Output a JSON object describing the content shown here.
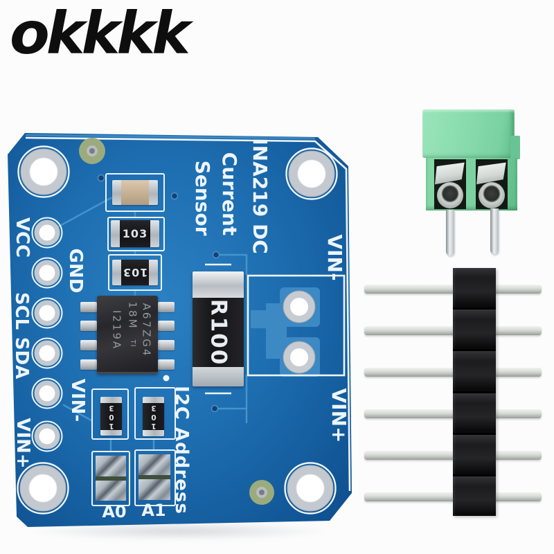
{
  "watermark": {
    "text": "okkkk"
  },
  "pcb": {
    "title_lines": [
      "INA219 DC",
      "Current",
      "Sensor"
    ],
    "left_pin_labels": [
      "VCC",
      "GND",
      "SCL",
      "SDA",
      "VIN-",
      "VIN+"
    ],
    "right_edge_labels": {
      "upper": "VIN-",
      "lower": "VIN+"
    },
    "i2c_address_label": "I2C Address",
    "jumper_labels": [
      "A0",
      "A1"
    ],
    "shunt_resistor_label": "R100",
    "resistor_code": "103",
    "ic_marking": {
      "line1": "I219A",
      "line2": "18M",
      "logo": "TI",
      "line3": "A67ZG4"
    },
    "colors": {
      "board_blue": "#1e6fb2",
      "silkscreen_white": "#edf5fb",
      "capacitor_tan": "#c3ad91",
      "terminal_green": "#84d7a8",
      "header_black": "#171717"
    }
  },
  "terminal_block": {
    "clamp_openings": 2,
    "pins": 2
  },
  "pin_header": {
    "pins": 6
  }
}
